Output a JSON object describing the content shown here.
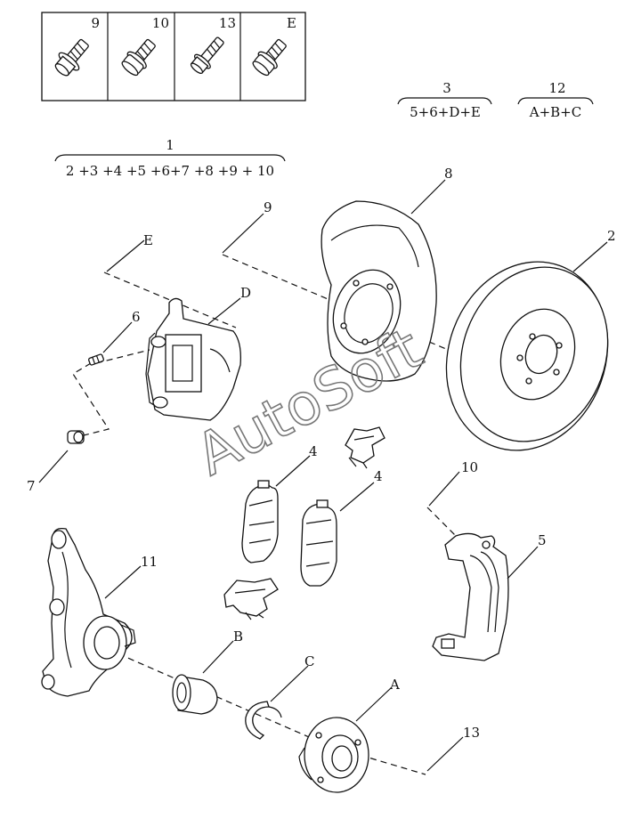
{
  "fastener_boxes": [
    {
      "id": "9",
      "icon": "flange-bolt-icon"
    },
    {
      "id": "10",
      "icon": "bolt-icon"
    },
    {
      "id": "13",
      "icon": "stud-icon"
    },
    {
      "id": "E",
      "icon": "bolt-icon"
    }
  ],
  "assemblies": [
    {
      "number": "1",
      "components": "2 +3 +4 +5 +6+7 +8 +9 + 10"
    },
    {
      "number": "3",
      "components": "5+6+D+E"
    },
    {
      "number": "12",
      "components": "A+B+C"
    }
  ],
  "callouts": {
    "c2": "2",
    "c4a": "4",
    "c4b": "4",
    "c5": "5",
    "c6": "6",
    "c7": "7",
    "c8": "8",
    "c9": "9",
    "c10": "10",
    "c11": "11",
    "c13": "13",
    "cA": "A",
    "cB": "B",
    "cC": "C",
    "cD": "D",
    "cE": "E"
  },
  "watermark": "AutoSoft"
}
